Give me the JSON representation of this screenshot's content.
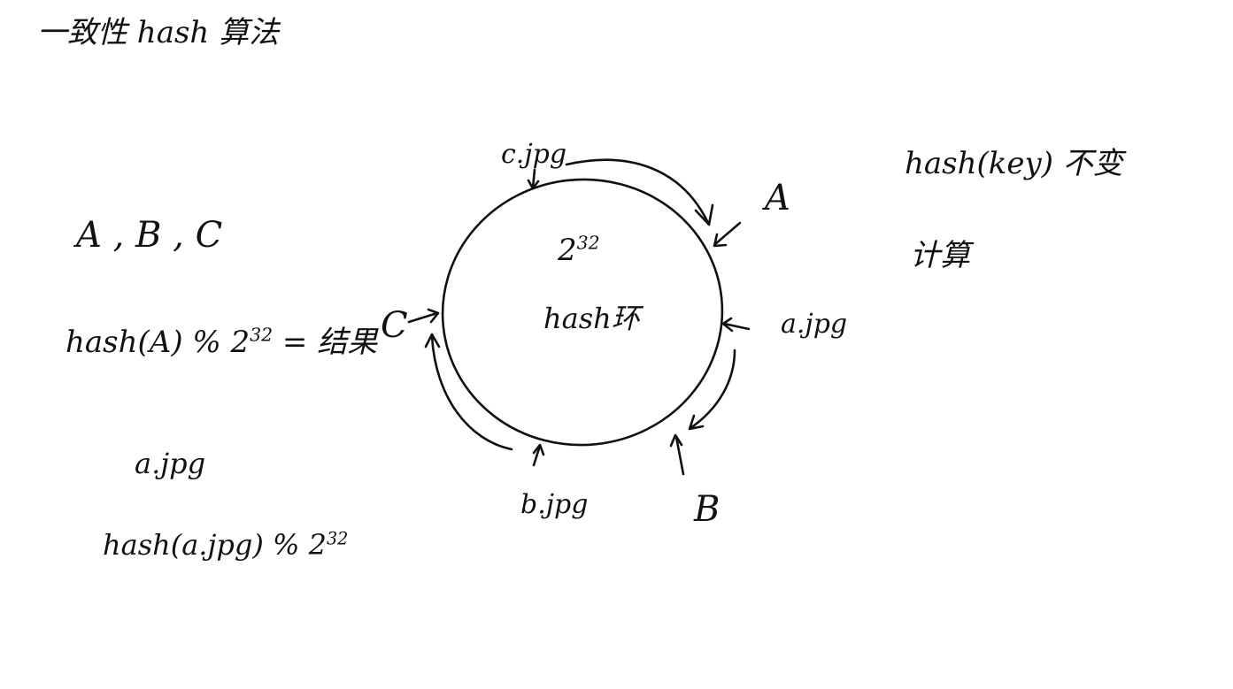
{
  "title": "一致性 hash 算法",
  "left": {
    "nodes": "A , B , C",
    "formula_node": {
      "prefix": "hash(A) % 2",
      "exp": "32",
      "suffix": " = 结果"
    },
    "file": "a.jpg",
    "formula_file": {
      "prefix": "hash(a.jpg) % 2",
      "exp": "32"
    }
  },
  "ring": {
    "size": {
      "base": "2",
      "exp": "32"
    },
    "label": "hash环",
    "nodes": {
      "a": "A",
      "b": "B",
      "c": "C"
    },
    "files": {
      "a": "a.jpg",
      "b": "b.jpg",
      "c": "c.jpg"
    }
  },
  "right": {
    "line1": "hash(key) 不变",
    "line2": "计算"
  }
}
